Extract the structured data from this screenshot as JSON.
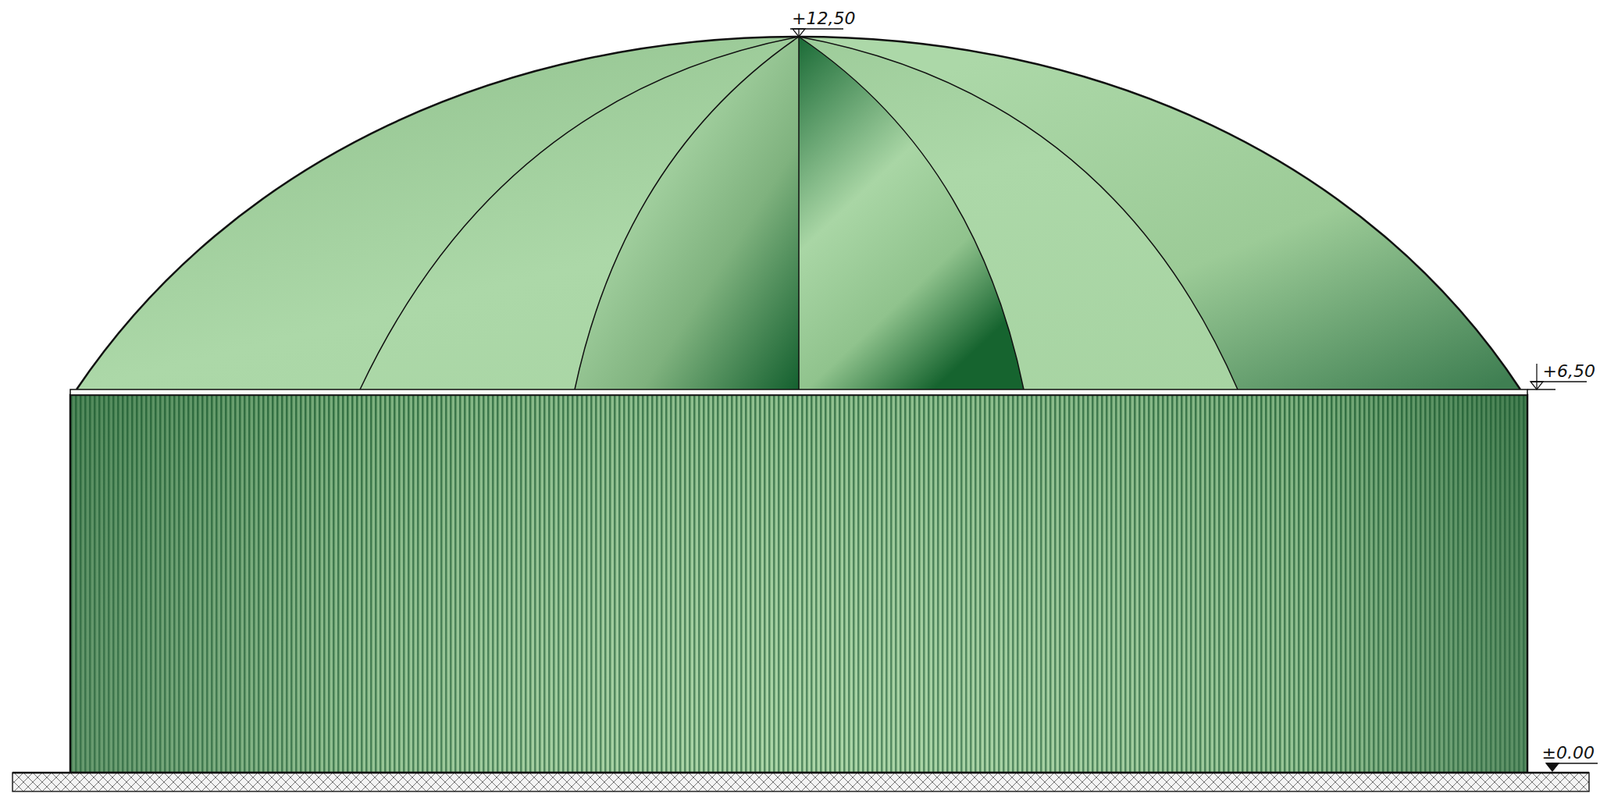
{
  "diagram": {
    "labels": [
      "+12,50",
      "+6,50",
      "±0.00"
    ]
  }
}
